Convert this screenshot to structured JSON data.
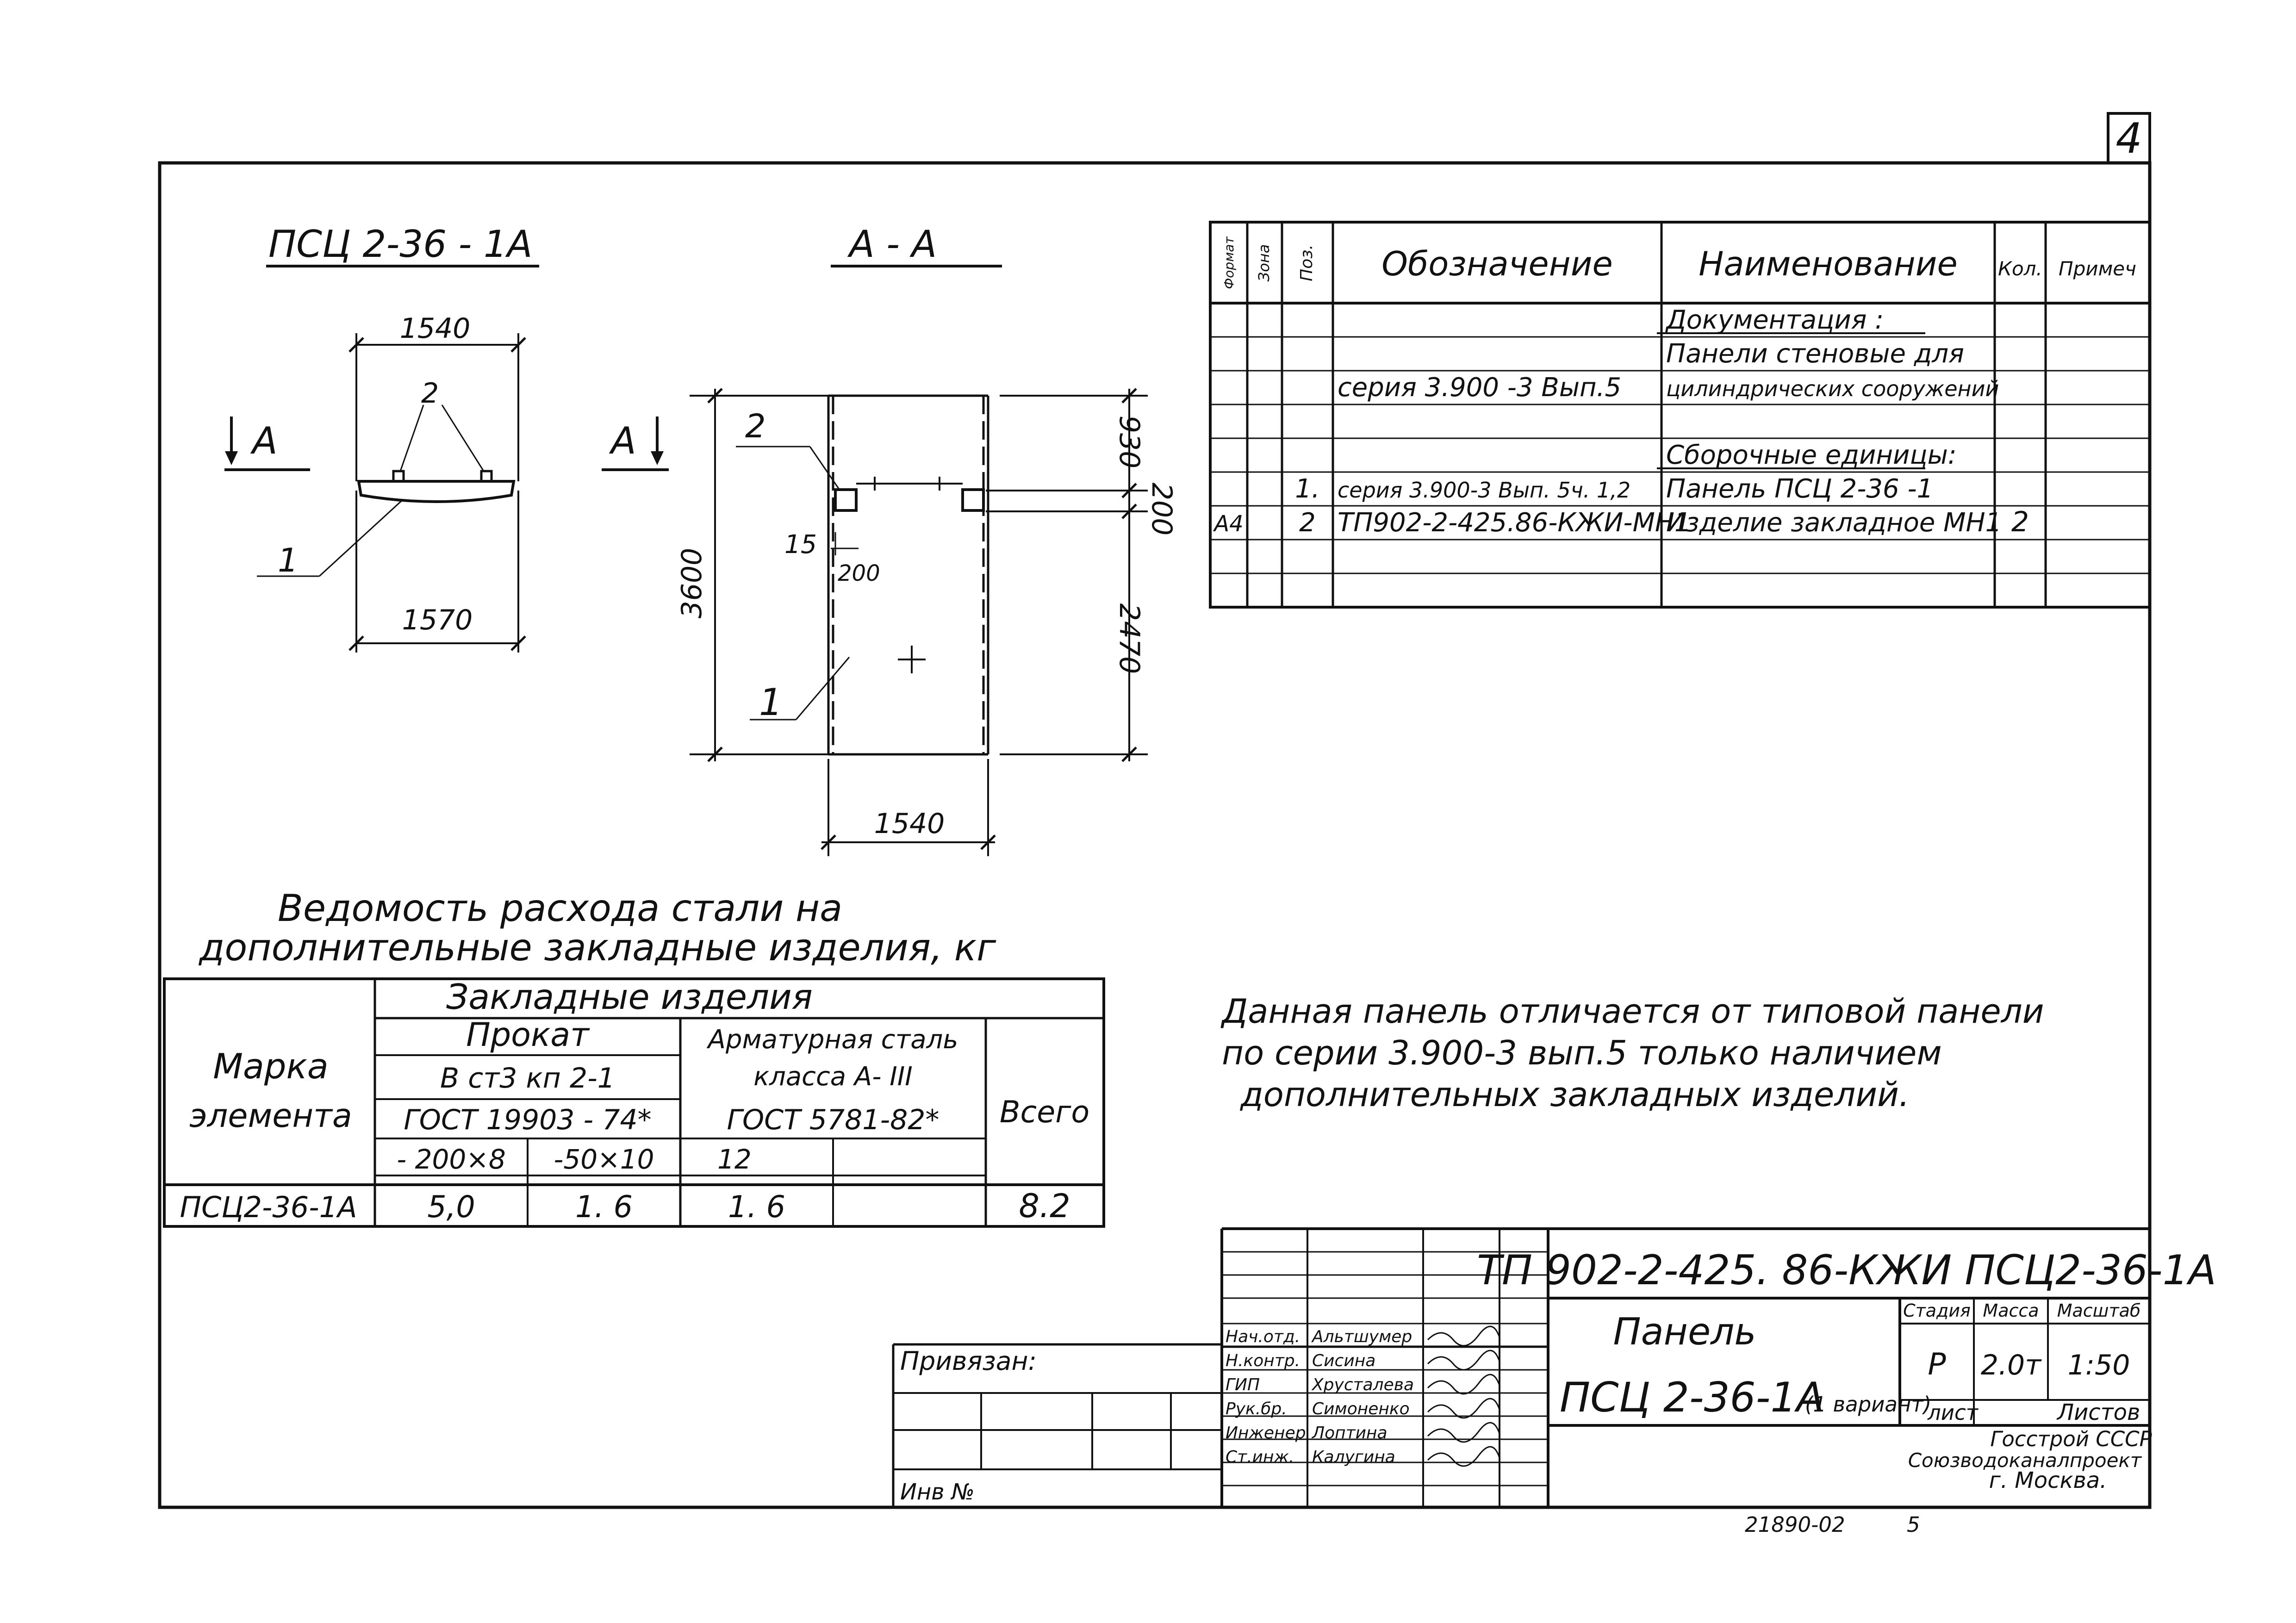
{
  "sheet_number": "4",
  "views": {
    "elevation_title": "ПСЦ 2-36 - 1А",
    "section_title": "А - А",
    "section_marker": "А",
    "dim_top": "1540",
    "dim_bottom": "1570",
    "pos_2": "2",
    "pos_1": "1",
    "sec_dim_height": "3600",
    "sec_dim_930": "930",
    "sec_dim_200": "200",
    "sec_dim_2470": "2470",
    "sec_dim_15": "15",
    "sec_dim_200_small": "200",
    "sec_dim_width": "1540"
  },
  "spec_table": {
    "headers": {
      "format": "Формат",
      "zone": "Зона",
      "pos": "Поз.",
      "designation": "Обозначение",
      "name": "Наименование",
      "qty": "Кол.",
      "note": "Примеч"
    },
    "rows": [
      {
        "format": "",
        "pos": "",
        "designation": "",
        "name": "Документация :",
        "qty": ""
      },
      {
        "format": "",
        "pos": "",
        "designation": "",
        "name": "Панели стеновые для",
        "qty": ""
      },
      {
        "format": "",
        "pos": "",
        "designation": "серия 3.900 -3 Вып.5",
        "name": "цилиндрических сооружений",
        "qty": ""
      },
      {
        "format": "",
        "pos": "",
        "designation": "",
        "name": "",
        "qty": ""
      },
      {
        "format": "",
        "pos": "",
        "designation": "",
        "name": "Сборочные единицы:",
        "qty": ""
      },
      {
        "format": "",
        "pos": "1.",
        "designation": "серия 3.900-3 Вып. 5ч. 1,2",
        "name": "Панель ПСЦ 2-36 -1",
        "qty": ""
      },
      {
        "format": "А4",
        "pos": "2",
        "designation": "ТП902-2-425.86-КЖИ-МН1",
        "name": "Изделие закладное МН1",
        "qty": "2"
      },
      {
        "format": "",
        "pos": "",
        "designation": "",
        "name": "",
        "qty": ""
      },
      {
        "format": "",
        "pos": "",
        "designation": "",
        "name": "",
        "qty": ""
      }
    ]
  },
  "steel": {
    "title_line1": "Ведомость расхода стали на",
    "title_line2": "дополнительные закладные изделия, кг",
    "col_mark_line1": "Марка",
    "col_mark_line2": "элемента",
    "group": "Закладные изделия",
    "rolled": "Прокат",
    "rolled_grade": "В ст3 кп 2-1",
    "rolled_gost": "ГОСТ 19903 - 74*",
    "rolled_size1": "- 200×8",
    "rolled_size2": "-50×10",
    "rebar_line1": "Арматурная сталь",
    "rebar_line2": "класса А- III",
    "rebar_gost": "ГОСТ 5781-82*",
    "rebar_size": "12",
    "total": "Всего",
    "row": {
      "mark": "ПСЦ2-36-1А",
      "v1": "5,0",
      "v2": "1. 6",
      "v3": "1. 6",
      "v4": "",
      "total": "8.2"
    }
  },
  "note": {
    "line1": "Данная панель отличается от типовой панели",
    "line2": "по серии 3.900-3 вып.5 только наличием",
    "line3": "дополнительных закладных изделий."
  },
  "title_block": {
    "doc_code": "ТП 902-2-425. 86-КЖИ ПСЦ2-36-1А",
    "name_line1": "Панель",
    "name_line2": "ПСЦ 2-36-1А",
    "name_variant": "(1 вариант)",
    "stage_label": "Стадия",
    "mass_label": "Масса",
    "scale_label": "Масштаб",
    "stage": "Р",
    "mass": "2.0т",
    "scale": "1:50",
    "sheet_label": "лист",
    "sheets_label": "Листов",
    "org_line1": "Госстрой СССР",
    "org_line2": "Союзводоканалпроект",
    "org_line3": "г. Москва.",
    "bound": "Привязан:",
    "inv": "Инв №",
    "signatures": [
      {
        "role": "Нач.отд.",
        "name": "Альтшумер"
      },
      {
        "role": "Н.контр.",
        "name": "Сисина"
      },
      {
        "role": "ГИП",
        "name": "Хрусталева"
      },
      {
        "role": "Рук.бр.",
        "name": "Симоненко"
      },
      {
        "role": "Инженер",
        "name": "Лоптина"
      },
      {
        "role": "Ст.инж.",
        "name": "Калугина"
      }
    ]
  },
  "footer_code": "21890-02",
  "footer_page": "5"
}
